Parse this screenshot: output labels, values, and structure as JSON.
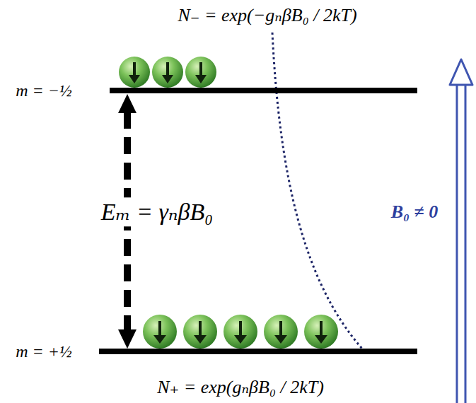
{
  "diagram": {
    "labels": [
      "N₋ = exp(−gₙβB₀ / 2kT)",
      "m = −½",
      "Eₘ = γₙβB₀",
      "B₀ ≠ 0",
      "m = +½",
      "N₊ = exp(gₙβB₀ / 2kT)"
    ]
  }
}
